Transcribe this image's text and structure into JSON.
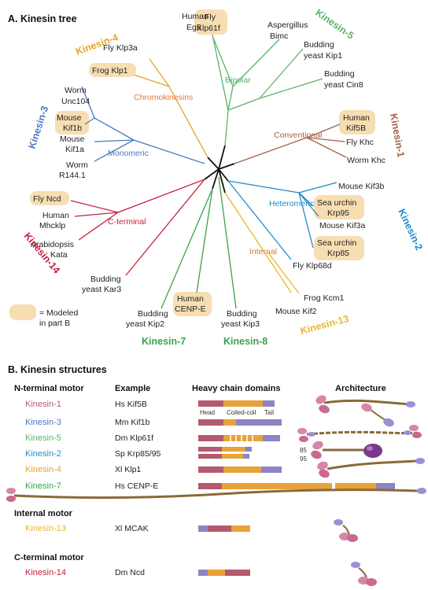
{
  "partA": {
    "title": "A. Kinesin tree",
    "families": {
      "k1": {
        "label": "Kinesin-1",
        "color": "#a5614a"
      },
      "k2": {
        "label": "Kinesin-2",
        "color": "#1f8cc7"
      },
      "k3": {
        "label": "Kinesin-3",
        "color": "#4a7bc4"
      },
      "k4": {
        "label": "Kinesin-4",
        "color": "#e6a32a"
      },
      "k5": {
        "label": "Kinesin-5",
        "color": "#5bb26a"
      },
      "k7": {
        "label": "Kinesin-7",
        "color": "#3aa34a"
      },
      "k8": {
        "label": "Kinesin-8",
        "color": "#3aa34a"
      },
      "k13": {
        "label": "Kinesin-13",
        "color": "#e6b82a"
      },
      "k14": {
        "label": "Kinesin-14",
        "color": "#c8203c"
      }
    },
    "clades": {
      "bipolar": "Bipolar",
      "chromokinesins": "Chromokinesins",
      "monomeric": "Monomeric",
      "conventional": "Conventional",
      "heteromeric": "Heteromeric",
      "cterminal": "C-terminal",
      "internal": "Internal"
    },
    "leaves": {
      "human_eg5": [
        "Human",
        "Eg5"
      ],
      "fly_klp61f": [
        "Fly",
        "Klp61f"
      ],
      "aspergillus_bimc": [
        "Aspergillus",
        "Bimc"
      ],
      "budding_kip1": [
        "Budding",
        "yeast Kip1"
      ],
      "budding_cin8": [
        "Budding",
        "yeast Cin8"
      ],
      "fly_klp3a": [
        "Fly Klp3a"
      ],
      "frog_klp1": [
        "Frog Klp1"
      ],
      "worm_unc104": [
        "Worm",
        "Unc104"
      ],
      "mouse_kif1b": [
        "Mouse",
        "Kif1b"
      ],
      "mouse_kif1a": [
        "Mouse",
        "Kif1a"
      ],
      "worm_r144": [
        "Worm",
        "R144.1"
      ],
      "human_kif5b": [
        "Human",
        "Kif5B"
      ],
      "fly_khc": [
        "Fly Khc"
      ],
      "worm_khc": [
        "Worm Khc"
      ],
      "mouse_kif3b": [
        "Mouse Kif3b"
      ],
      "sea_krp95": [
        "Sea urchin",
        "Krp95"
      ],
      "mouse_kif3a": [
        "Mouse Kif3a"
      ],
      "sea_krp85": [
        "Sea urchin",
        "Krp85"
      ],
      "fly_klp68d": [
        "Fly Klp68d"
      ],
      "fly_ncd": [
        "Fly Ncd"
      ],
      "human_mhcklp": [
        "Human",
        "Mhcklp"
      ],
      "arabidopsis_kata": [
        "Arabidopsis",
        "Kata"
      ],
      "budding_kar3": [
        "Budding",
        "yeast Kar3"
      ],
      "frog_kcm1": [
        "Frog Kcm1"
      ],
      "mouse_kif2": [
        "Mouse Kif2"
      ],
      "human_cenpe": [
        "Human",
        "CENP-E"
      ],
      "budding_kip2": [
        "Budding",
        "yeast Kip2"
      ],
      "budding_kip3": [
        "Budding",
        "yeast Kip3"
      ]
    },
    "legend": [
      "= Modeled",
      "in part B"
    ]
  },
  "partB": {
    "title": "B.  Kinesin structures",
    "columns": {
      "motor": "N-terminal motor",
      "example": "Example",
      "domains": "Heavy chain domains",
      "architecture": "Architecture"
    },
    "domain_labels": {
      "head": "Head",
      "coil": "Coiled-coil",
      "tail": "Tail"
    },
    "rows": [
      {
        "family": "Kinesin-1",
        "example": "Hs Kif5B"
      },
      {
        "family": "Kinesin-3",
        "example": "Mm Kif1b"
      },
      {
        "family": "Kinesin-5",
        "example": "Dm Klp61f"
      },
      {
        "family": "Kinesin-2",
        "example": "Sp Krp85/95"
      },
      {
        "family": "Kinesin-4",
        "example": "Xl Klp1"
      },
      {
        "family": "Kinesin-7",
        "example": "Hs CENP-E"
      }
    ],
    "internal": {
      "header": "Internal motor",
      "family": "Kinesin-13",
      "example": "Xl MCAK"
    },
    "cterm": {
      "header": "C-terminal motor",
      "family": "Kinesin-14",
      "example": "Dm Ncd"
    },
    "subunits": [
      "85",
      "95"
    ],
    "colors": {
      "head": "#b45a6e",
      "coil": "#e8a23a",
      "tail": "#8c84c4",
      "row_k1": "#b45a6e",
      "row_k3": "#4a7bc4",
      "row_k5": "#5bb26a",
      "row_k2": "#1f8cc7",
      "row_k4": "#e6a32a",
      "row_k7": "#3aa34a",
      "row_k13": "#e6b82a",
      "row_k14": "#c8203c"
    }
  }
}
